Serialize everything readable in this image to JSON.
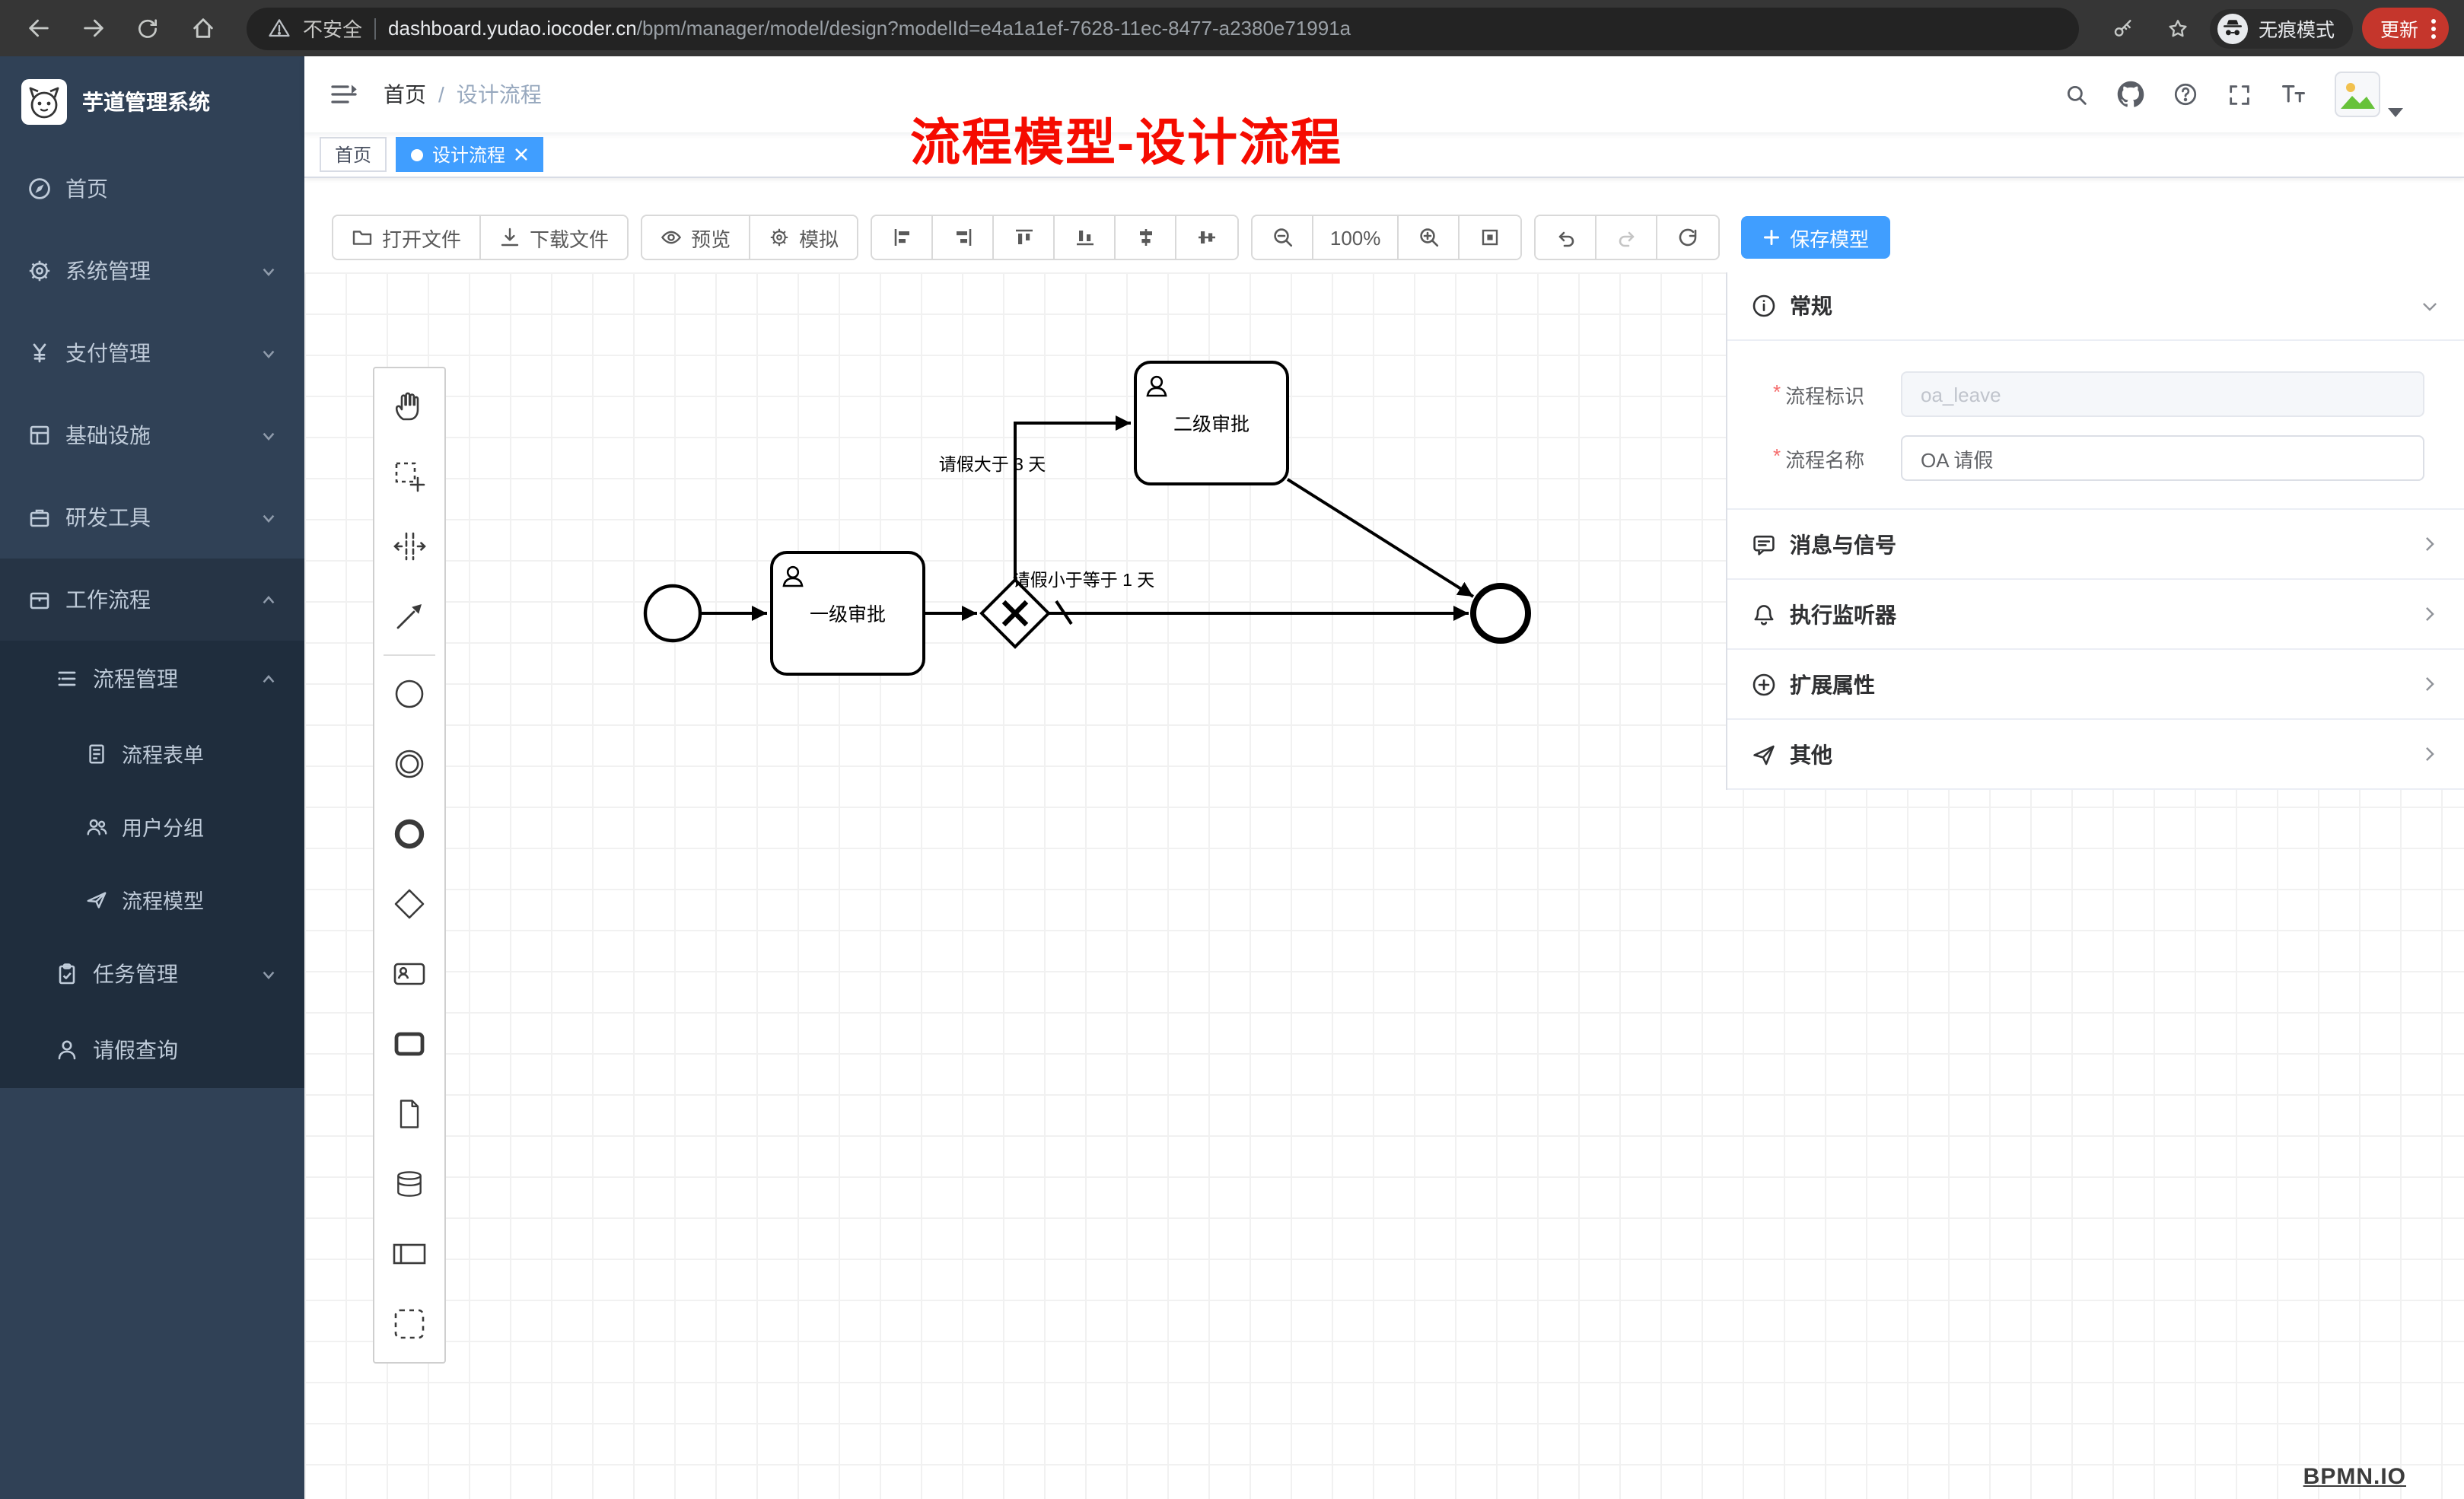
{
  "browser": {
    "security_label": "不安全",
    "url_domain": "dashboard.yudao.iocoder.cn",
    "url_path": "/bpm/manager/model/design?modelId=e4a1a1ef-7628-11ec-8477-a2380e71991a",
    "url": "dashboard.yudao.iocoder.cn/bpm/manager/model/design?modelId=e4a1a1ef-7628-11ec-8477-a2380e71991a",
    "incognito_label": "无痕模式",
    "update_label": "更新"
  },
  "sidebar": {
    "title": "芋道管理系统",
    "items": [
      {
        "label": "首页",
        "icon": "compass-icon"
      },
      {
        "label": "系统管理",
        "icon": "gear-icon"
      },
      {
        "label": "支付管理",
        "icon": "yen-icon"
      },
      {
        "label": "基础设施",
        "icon": "infrastructure-icon"
      },
      {
        "label": "研发工具",
        "icon": "toolbox-icon"
      },
      {
        "label": "工作流程",
        "icon": "briefcase-icon",
        "expanded": true
      }
    ],
    "submenu": {
      "process_mgmt": {
        "label": "流程管理",
        "icon": "tree-list-icon",
        "expanded": true
      },
      "children": [
        {
          "label": "流程表单",
          "icon": "form-icon"
        },
        {
          "label": "用户分组",
          "icon": "users-icon"
        },
        {
          "label": "流程模型",
          "icon": "send-icon"
        }
      ],
      "task_mgmt": {
        "label": "任务管理",
        "icon": "clipboard-icon"
      },
      "leave_query": {
        "label": "请假查询",
        "icon": "person-icon"
      }
    }
  },
  "header": {
    "breadcrumb_home": "首页",
    "breadcrumb_sep": "/",
    "breadcrumb_current": "设计流程",
    "annotation": "流程模型-设计流程"
  },
  "tags": {
    "home": "首页",
    "current": "设计流程"
  },
  "toolbar": {
    "open": "打开文件",
    "download": "下载文件",
    "preview": "预览",
    "simulate": "模拟",
    "zoom": "100%",
    "save": "保存模型"
  },
  "palette_tools": [
    "hand-tool",
    "lasso-tool",
    "space-tool",
    "global-connect-tool",
    "create-start-event",
    "create-intermediate-event",
    "create-end-event",
    "create-exclusive-gateway",
    "create-user-task",
    "create-call-activity",
    "create-file",
    "create-data-store",
    "create-pool",
    "create-group"
  ],
  "diagram": {
    "type": "bpmn",
    "nodes": [
      {
        "id": "start",
        "type": "startEvent",
        "label": ""
      },
      {
        "id": "task1",
        "type": "userTask",
        "label": "一级审批"
      },
      {
        "id": "gateway",
        "type": "exclusiveGateway",
        "label": ""
      },
      {
        "id": "task2",
        "type": "userTask",
        "label": "二级审批"
      },
      {
        "id": "end",
        "type": "endEvent",
        "label": ""
      }
    ],
    "flows": [
      {
        "from": "start",
        "to": "task1",
        "label": ""
      },
      {
        "from": "task1",
        "to": "gateway",
        "label": ""
      },
      {
        "from": "gateway",
        "to": "task2",
        "label": "请假大于 3 天"
      },
      {
        "from": "gateway",
        "to": "end",
        "label": "请假小于等于 1 天",
        "default": true
      },
      {
        "from": "task2",
        "to": "end",
        "label": ""
      }
    ]
  },
  "panel": {
    "required_mark": "*",
    "general": {
      "title": "常规",
      "field_key": {
        "label": "流程标识",
        "value": "oa_leave",
        "disabled": true
      },
      "field_name": {
        "label": "流程名称",
        "value": "OA 请假"
      }
    },
    "sections": [
      {
        "label": "消息与信号",
        "icon": "message-icon"
      },
      {
        "label": "执行监听器",
        "icon": "bell-icon"
      },
      {
        "label": "扩展属性",
        "icon": "plus-circle-icon"
      },
      {
        "label": "其他",
        "icon": "send-icon"
      }
    ],
    "watermark": "BPMN.IO"
  },
  "colors": {
    "primary": "#409eff",
    "sidebar_bg": "#304156",
    "sidebar_submenu_bg": "#1f2d3d",
    "tag_active": "#409eff",
    "annotation_red": "#f50b00",
    "update_button_red": "#c5362c",
    "chrome_bg": "#363636"
  }
}
